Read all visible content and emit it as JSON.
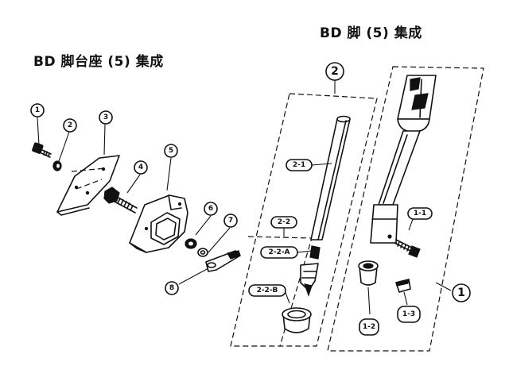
{
  "titles": {
    "left": "BD 脚台座 (5) 集成",
    "right": "BD 脚 (5) 集成"
  },
  "callouts": {
    "p1": "1",
    "p2": "2",
    "p3": "3",
    "p4": "4",
    "p5": "5",
    "p6": "6",
    "p7": "7",
    "p8": "8",
    "assembly2": "2",
    "assembly1": "1",
    "p2_1": "2-1",
    "p2_2": "2-2",
    "p2_2A": "2-2-A",
    "p2_2B": "2-2-B",
    "p1_1": "1-1",
    "p1_2": "1-2",
    "p1_3": "1-3"
  }
}
